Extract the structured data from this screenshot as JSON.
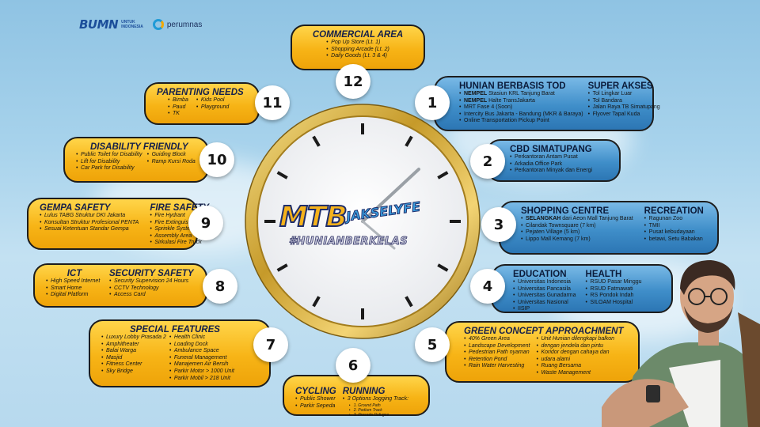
{
  "logos": {
    "bumn": "BUMN",
    "bumn_sub1": "UNTUK",
    "bumn_sub2": "INDONESIA",
    "perumnas": "perumnas"
  },
  "brand": {
    "main": "MTB",
    "sub": "JAKSELYFE",
    "tag": "#HUNIANBERKELAS"
  },
  "numbers": [
    "1",
    "2",
    "3",
    "4",
    "5",
    "6",
    "7",
    "8",
    "9",
    "10",
    "11",
    "12"
  ],
  "p12": {
    "title": "COMMERCIAL AREA",
    "items": [
      "Pop Up Store (Lt. 1)",
      "Shopping Arcade (Lt. 2)",
      "Daily Goods (Lt. 3 & 4)"
    ]
  },
  "p11": {
    "title": "PARENTING NEEDS",
    "col1": [
      "Bimba",
      "Paud",
      "TK"
    ],
    "col2": [
      "Kids Pool",
      "Playground"
    ]
  },
  "p10": {
    "title": "DISABILITY FRIENDLY",
    "col1": [
      "Public Toilet for Disability",
      "Lift for Disability",
      "Car Park for Disability"
    ],
    "col2": [
      "Guiding Block",
      "Ramp Kursi Roda"
    ]
  },
  "p9": {
    "title1": "GEMPA SAFETY",
    "col1": [
      "Lulus TABG Struktur DKI Jakarta",
      "Konsultan Struktur Profesional PENTA",
      "Sesuai Ketentuan Standar Gempa"
    ],
    "title2": "FIRE SAFETY",
    "col2": [
      "Fire Hydrant",
      "Fire Extinguisher",
      "Sprinkle System",
      "Assembly Area",
      "Sirkulasi Fire Truck"
    ]
  },
  "p8": {
    "title1": "ICT",
    "col1": [
      "High Speed Internet",
      "Smart Home",
      "Digital Platform"
    ],
    "title2": "SECURITY SAFETY",
    "col2": [
      "Security Supervision 24 Hours",
      "CCTV Technology",
      "Access Card"
    ]
  },
  "p7": {
    "title": "SPECIAL FEATURES",
    "col1": [
      "Luxury Lobby Prasada 2",
      "Amphitheater",
      "Balai Warga",
      "Masjid",
      "Fitness Center",
      "Sky Bridge"
    ],
    "col2": [
      "Health Clinic",
      "Loading Dock",
      "Ambulance Space",
      "Funeral Management",
      "Manajemen Air Bersih",
      "Parkir Motor > 1000 Unit",
      "Parkir Mobil > 218 Unit"
    ]
  },
  "p6": {
    "title1": "CYCLING",
    "col1": [
      "Public Shower",
      "Parkir Sepeda"
    ],
    "title2": "RUNNING",
    "col2": [
      "3 Options Jogging Track:"
    ],
    "sub": [
      "1. Ground Path",
      "2. Podium Track",
      "3. Prasada Refugee"
    ]
  },
  "p1": {
    "title1": "HUNIAN BERBASIS TOD",
    "col1": [
      {
        "b": "NEMPEL",
        "t": " Stasiun KRL Tanjung Barat"
      },
      {
        "b": "NEMPEL",
        "t": " Halte TransJakarta"
      },
      {
        "b": "",
        "t": "MRT Fase 4 (Soon)"
      },
      {
        "b": "",
        "t": "Intercity Bus Jakarta - Bandung (MKR & Baraya)"
      },
      {
        "b": "",
        "t": "Online Transportation Pickup Point"
      }
    ],
    "title2": "SUPER AKSES",
    "col2": [
      "Tol Lingkar Luar",
      "Tol Bandara",
      "Jalan Raya TB Simatupang",
      "Flyover Tapal Kuda"
    ]
  },
  "p2": {
    "title": "CBD SIMATUPANG",
    "items": [
      "Perkantoran Antam Pusat",
      "Arkadia Office Park",
      "Perkantoran Minyak dan Energi"
    ]
  },
  "p3": {
    "title1": "SHOPPING CENTRE",
    "col1": [
      {
        "b": "SELANGKAH",
        "t": " dari Aeon Mall Tanjung Barat"
      },
      {
        "b": "",
        "t": "Cilandak Townsquare (7 km)"
      },
      {
        "b": "",
        "t": "Pejaten Village (5 km)"
      },
      {
        "b": "",
        "t": "Lippo Mall Kemang (7 km)"
      }
    ],
    "title2": "RECREATION",
    "col2": [
      "Ragunan Zoo",
      "TMII",
      "Pusat kebudayaan",
      "betawi, Setu Babakan"
    ]
  },
  "p4": {
    "title1": "EDUCATION",
    "col1": [
      "Universitas Indonesia",
      "Universitas Pancasila",
      "Universitas Gunadarma",
      "Universitas Nasional",
      "IISIP"
    ],
    "title2": "HEALTH",
    "col2": [
      "RSUD Pasar Minggu",
      "RSUD Fatmawati",
      "RS Pondok Indah",
      "SILOAM Hospital"
    ]
  },
  "p5": {
    "title": "GREEN CONCEPT APPROACHMENT",
    "col1": [
      "40% Green Area",
      "Landscape Development",
      "Pedestrian Path nyaman",
      "Retention Pond",
      "Rain Water Harvesting"
    ],
    "col2": [
      "Unit Hunian dilengkapi balkon",
      "dengan jendela dan pintu",
      "Koridor dengan cahaya dan",
      "udara alami",
      "Ruang Bersama",
      "Waste Management"
    ]
  },
  "colors": {
    "yellow": "#f7b416",
    "blue": "#3f8ec9",
    "gold": "#c9a227",
    "navy": "#15204a"
  }
}
